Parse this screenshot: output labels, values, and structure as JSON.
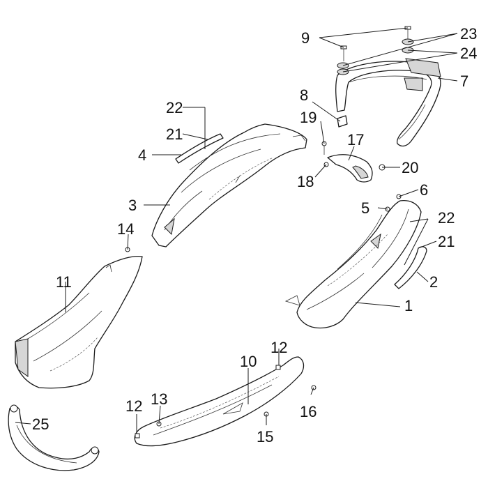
{
  "callouts": {
    "c1": "1",
    "c2": "2",
    "c3": "3",
    "c4": "4",
    "c5": "5",
    "c6": "6",
    "c7": "7",
    "c8": "8",
    "c9": "9",
    "c10": "10",
    "c11": "11",
    "c12a": "12",
    "c12b": "12",
    "c13": "13",
    "c14": "14",
    "c15": "15",
    "c16": "16",
    "c17": "17",
    "c18": "18",
    "c19": "19",
    "c20": "20",
    "c21a": "21",
    "c21b": "21",
    "c22a": "22",
    "c22b": "22",
    "c23": "23",
    "c24": "24",
    "c25": "25"
  },
  "colors": {
    "line": "#1a1a1a",
    "shade": "#d6d6d6",
    "background": "#ffffff"
  }
}
